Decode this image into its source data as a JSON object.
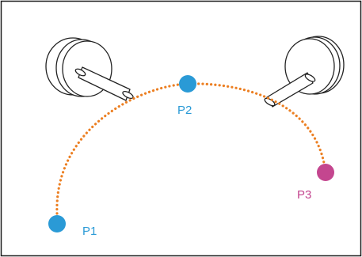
{
  "points": [
    {
      "label": "P1",
      "color": "#2a9ad6"
    },
    {
      "label": "P2",
      "color": "#2a9ad6"
    },
    {
      "label": "P3",
      "color": "#c4468f"
    }
  ],
  "colors": {
    "path": "#ec7f22",
    "frame": "#1a1a1a",
    "mount": "#222222",
    "label_blue": "#2a9ad6",
    "label_pink": "#c4468f"
  },
  "icons": {
    "left_mount": "wall-mount-bar-icon",
    "right_mount": "wall-mount-bar-icon"
  }
}
